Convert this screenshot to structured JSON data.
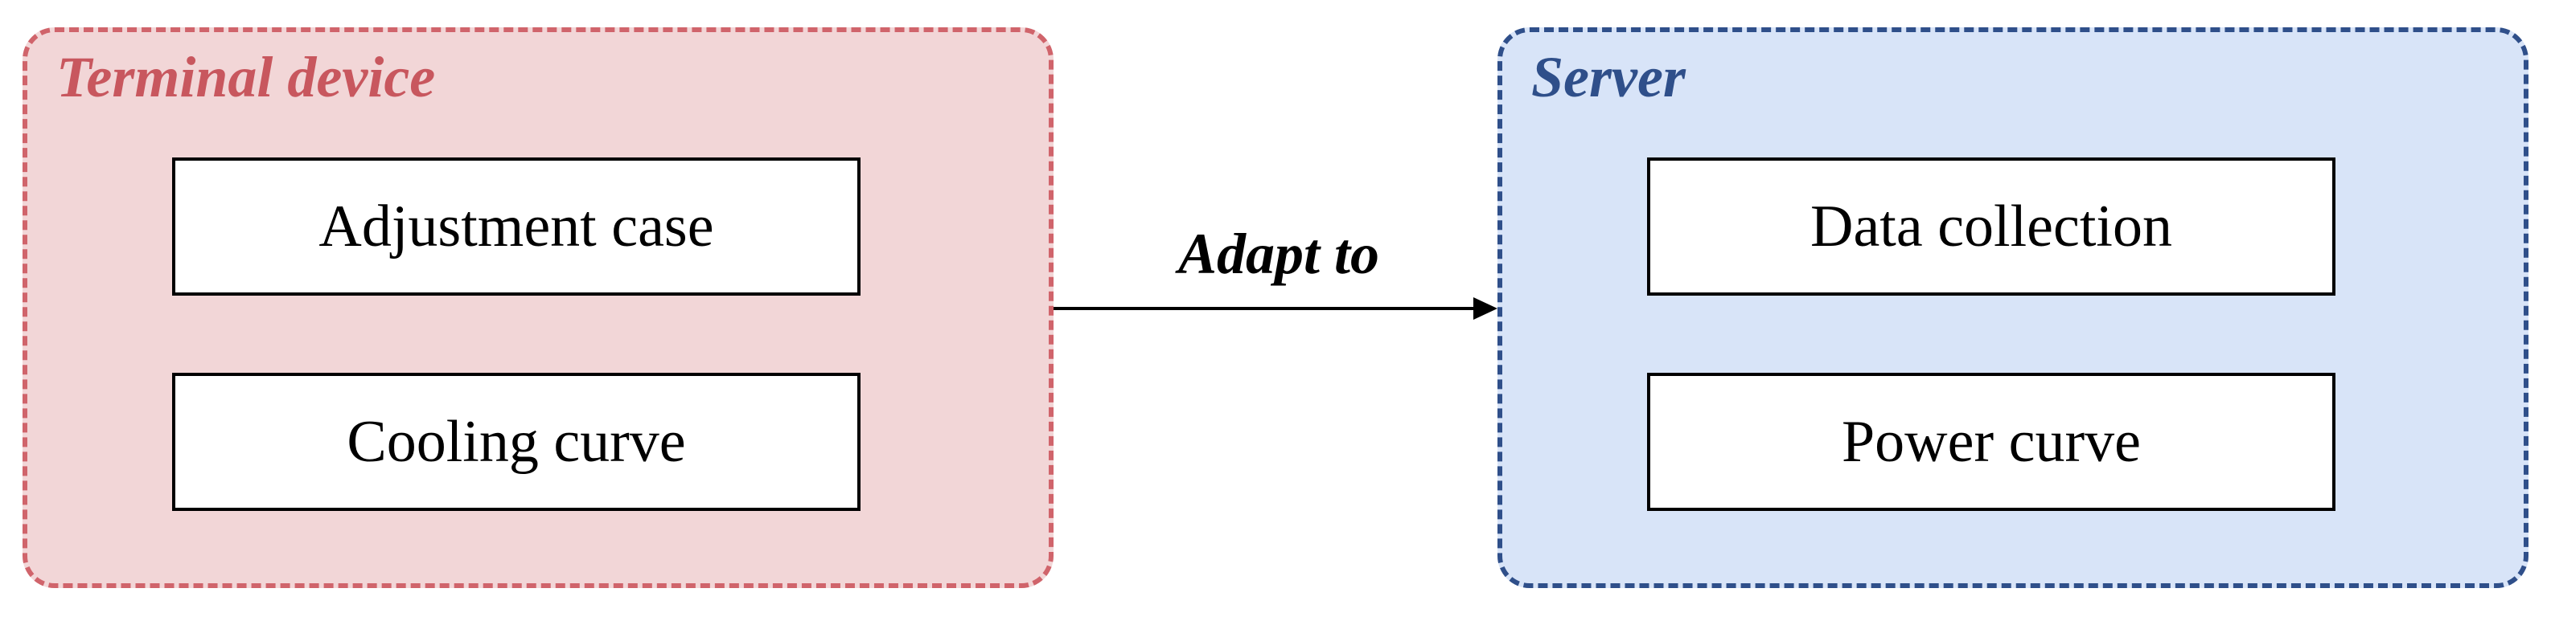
{
  "colors": {
    "terminal_fill": "#f2d6d7",
    "terminal_border": "#d0646b",
    "terminal_title": "#c8575e",
    "server_fill": "#d8e4f8",
    "server_border": "#2f4f8a",
    "server_title": "#2f4f8a",
    "arrow": "#000000"
  },
  "terminal": {
    "title": "Terminal device",
    "items": [
      {
        "label": "Adjustment case"
      },
      {
        "label": "Cooling curve"
      }
    ]
  },
  "connector": {
    "label": "Adapt to",
    "direction": "terminal-to-server"
  },
  "server": {
    "title": "Server",
    "items": [
      {
        "label": "Data collection"
      },
      {
        "label": "Power curve"
      }
    ]
  }
}
